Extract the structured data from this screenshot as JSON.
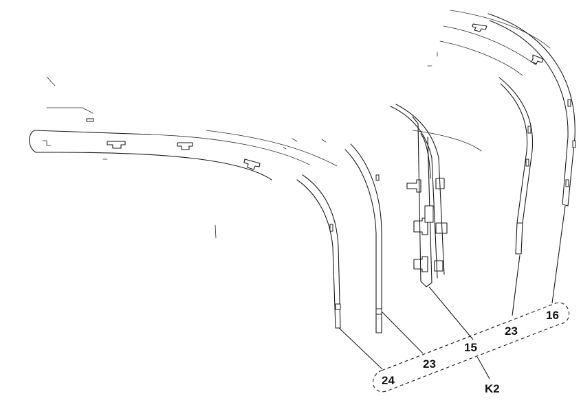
{
  "callouts": {
    "c24": "24",
    "c23_left": "23",
    "c15": "15",
    "c23_right": "23",
    "c16": "16",
    "k2": "K2"
  },
  "colors": {
    "line": "#1a1a1a",
    "background": "#ffffff"
  }
}
